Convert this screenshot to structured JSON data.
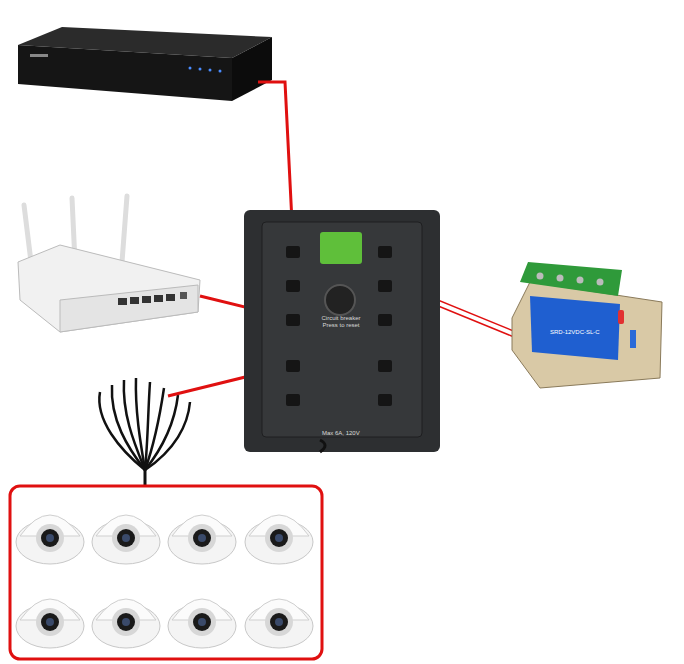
{
  "diagram": {
    "labels": [
      "Circuit breaker Press to reset",
      "Max 6A, 120V",
      "SRD-12VDC-SL-C"
    ]
  }
}
